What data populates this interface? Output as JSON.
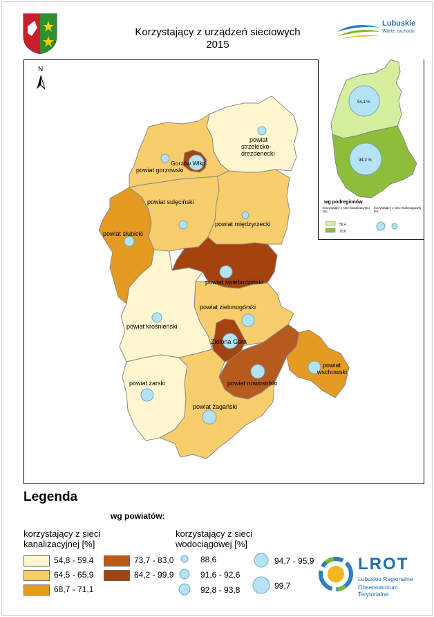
{
  "title": {
    "line1": "Korzystający z urządzeń sieciowych",
    "line2": "2015"
  },
  "brand": {
    "name": "Lubuskie",
    "tagline": "Warte zachodu"
  },
  "north_label": "N",
  "map": {
    "districts": [
      {
        "name": "powiat strzelecko-drezdenecki",
        "label_lines": [
          "powiat",
          "strzelecko-",
          "drezdenecki"
        ],
        "class": "54,8 - 59,4",
        "color": "#fdf6cf"
      },
      {
        "name": "powiat gorzowski",
        "label_lines": [
          "powiat gorzowski"
        ],
        "class": "64,5 - 65,9",
        "color": "#f8cd6b"
      },
      {
        "name": "Gorzów Wlkp.",
        "label_lines": [
          "Gorzów Wlkp."
        ],
        "class": "84,2 - 99,9",
        "color": "#a5430f"
      },
      {
        "name": "powiat sulęciński",
        "label_lines": [
          "powiat sulęciński"
        ],
        "class": "64,5 - 65,9",
        "color": "#f8cd6b"
      },
      {
        "name": "powiat międzyrzecki",
        "label_lines": [
          "powiat międzyrzecki"
        ],
        "class": "64,5 - 65,9",
        "color": "#f8cd6b"
      },
      {
        "name": "powiat słubicki",
        "label_lines": [
          "powiat słubicki"
        ],
        "class": "68,7 - 71,1",
        "color": "#e59a22"
      },
      {
        "name": "powiat świebodziński",
        "label_lines": [
          "powiat świebodziński"
        ],
        "class": "84,2 - 99,9",
        "color": "#a5430f"
      },
      {
        "name": "powiat zielonogórski",
        "label_lines": [
          "powiat zielonogórski"
        ],
        "class": "64,5 - 65,9",
        "color": "#f8cd6b"
      },
      {
        "name": "powiat krośnieński",
        "label_lines": [
          "powiat krośnieński"
        ],
        "class": "54,8 - 59,4",
        "color": "#fdf6cf"
      },
      {
        "name": "Zielona Góra",
        "label_lines": [
          "Zielona Góra"
        ],
        "class": "84,2 - 99,9",
        "color": "#a5430f"
      },
      {
        "name": "powiat nowosolski",
        "label_lines": [
          "powiat nowosolski"
        ],
        "class": "73,7 - 83,0",
        "color": "#b65a1d"
      },
      {
        "name": "powiat wschowski",
        "label_lines": [
          "powiat",
          "wschowski"
        ],
        "class": "68,7 - 71,1",
        "color": "#e59a22"
      },
      {
        "name": "powiat żarski",
        "label_lines": [
          "powiat żarski"
        ],
        "class": "54,8 - 59,4",
        "color": "#fdf6cf"
      },
      {
        "name": "powiat żagański",
        "label_lines": [
          "powiat żagański"
        ],
        "class": "64,5 - 65,9",
        "color": "#f8cd6b"
      }
    ]
  },
  "inset": {
    "subregions": [
      {
        "value_label": "94,1 %",
        "value": 94.1,
        "color": "#d6ef9f"
      },
      {
        "value_label": "94,3 %",
        "value": 94.3,
        "color": "#8dbd3b"
      }
    ],
    "legend_title": "wg podregionów",
    "legend_sewer_label": "korzystający z sieci kanalizacyjnej [%]",
    "legend_water_label": "korzystający z sieci wodociągowej [%]",
    "legend_classes": [
      {
        "label": "59,4",
        "color": "#d6ef9f"
      },
      {
        "label": "70,0",
        "color": "#8dbd3b"
      }
    ]
  },
  "legend": {
    "title": "Legenda",
    "subtitle": "wg powiatów:",
    "sewer_header": "korzystający z sieci kanalizacyjnej [%]",
    "sewer_classes": [
      {
        "label": "54,8 - 59,4",
        "color": "#fdf6cf"
      },
      {
        "label": "64,5 - 65,9",
        "color": "#f8cd6b"
      },
      {
        "label": "68,7 - 71,1",
        "color": "#e59a22"
      },
      {
        "label": "73,7 - 83,0",
        "color": "#b65a1d"
      },
      {
        "label": "84,2 - 99,9",
        "color": "#a5430f"
      }
    ],
    "water_header": "korzystający z sieci wodociągowej [%]",
    "water_classes": [
      {
        "label": "88,6"
      },
      {
        "label": "91,6 - 92,6"
      },
      {
        "label": "92,8 - 93,8"
      },
      {
        "label": "94,7 - 95,9"
      },
      {
        "label": "99,7"
      }
    ],
    "circle_color": "#b5e3f6"
  },
  "lrot": {
    "name": "LROT",
    "line1": "Lubuskie Regionalne",
    "line2": "Obserwatorium Terytorialne"
  }
}
